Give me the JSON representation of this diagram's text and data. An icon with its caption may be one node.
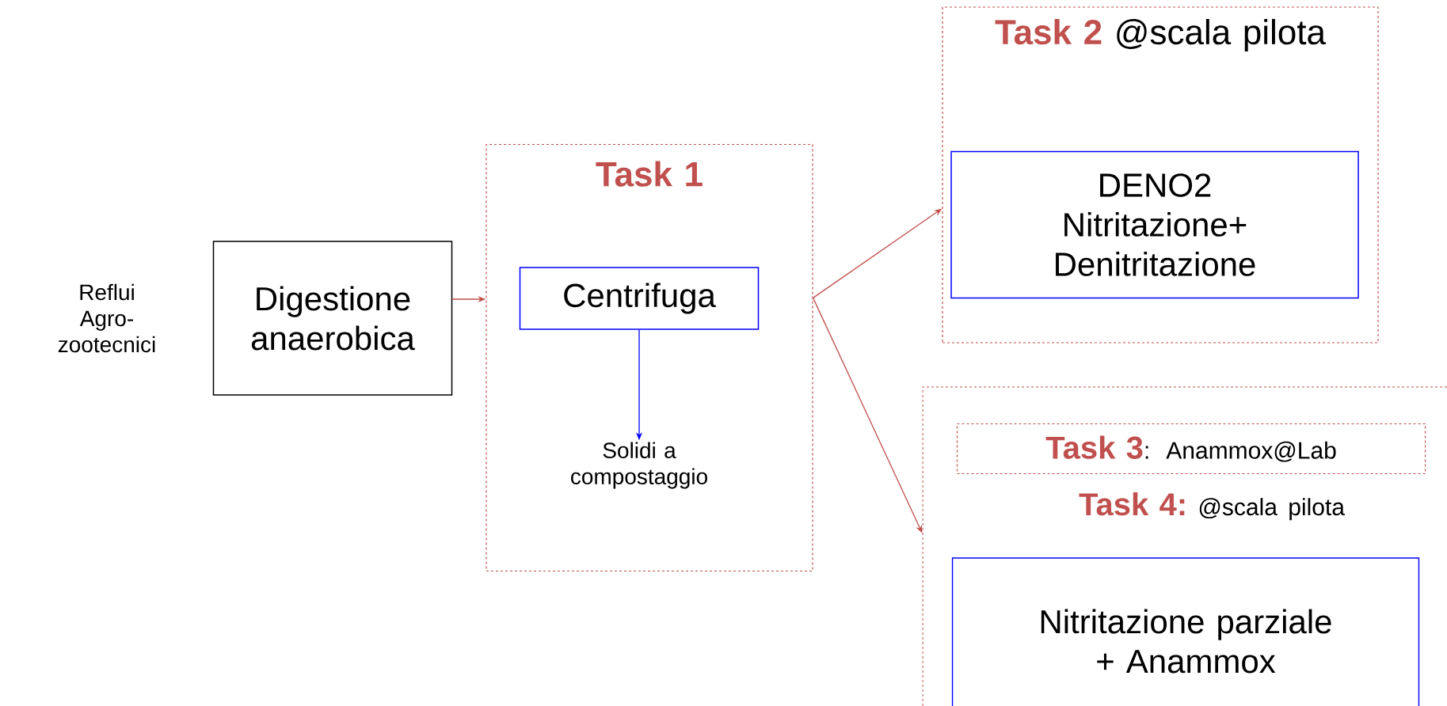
{
  "diagram": {
    "nodes": [
      {
        "text": [
          "Digestione anaerobica"
        ]
      },
      {
        "text": [
          "Task 1"
        ]
      },
      {
        "text": [
          "Centrifuga"
        ],
        "in": 1
      },
      {
        "text": [
          "Solidi a compostaggio"
        ],
        "in": 1
      },
      {
        "text": [
          "Task 2",
          "@scala pilota"
        ]
      },
      {
        "text": [
          "DENO2 Nitritazione+ Denitritazione"
        ],
        "in": 4
      },
      {
        "text": [
          "Task 4:",
          "@scala pilota"
        ]
      },
      {
        "text": [
          "Task 3",
          ": Anammox@Lab"
        ],
        "in": 6
      },
      {
        "text": [
          "Nitritazione parziale + Anammox"
        ],
        "in": 6
      }
    ],
    "edges": [
      {
        "from": 0,
        "to": 1,
        "arrow": "to"
      },
      {
        "from": 1,
        "to": 4,
        "arrow": "to"
      },
      {
        "from": 1,
        "to": 6,
        "arrow": "to"
      },
      {
        "from": 2,
        "to": 3,
        "arrow": "to",
        "color": "#0000ff"
      }
    ],
    "labels": [
      "Reflui Agro-zootecnici"
    ]
  }
}
